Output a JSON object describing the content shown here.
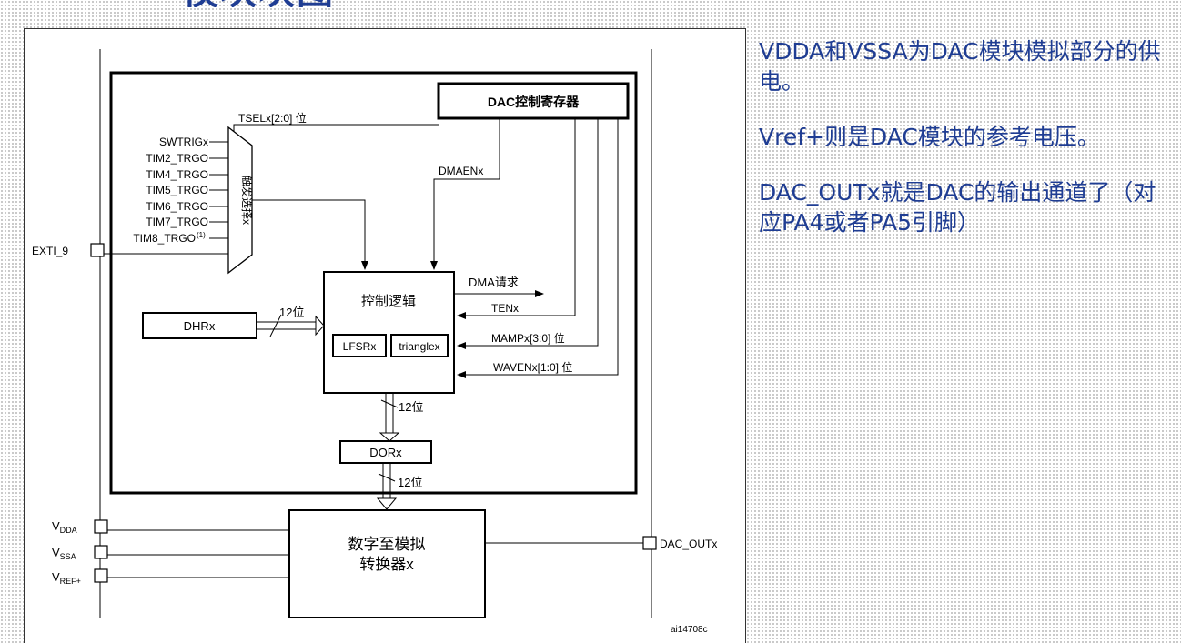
{
  "slide": {
    "title_fragment": "模块块图"
  },
  "diagram": {
    "dac_control_register": "DAC控制寄存器",
    "tsel_label": "TSELx[2:0] 位",
    "dmaen_label": "DMAENx",
    "triggers": [
      "SWTRIGx",
      "TIM2_TRGO",
      "TIM4_TRGO",
      "TIM5_TRGO",
      "TIM6_TRGO",
      "TIM7_TRGO",
      "TIM8_TRGO"
    ],
    "trigger_footnote": "(1)",
    "trigger_selector": "触发选择x",
    "exti_label": "EXTI_9",
    "control_logic": "控制逻辑",
    "dma_request": "DMA请求",
    "ten_label": "TENx",
    "mamp_label": "MAMPx[3:0] 位",
    "waven_label": "WAVENx[1:0] 位",
    "lfsr_label": "LFSRx",
    "triangle_label": "trianglex",
    "dhr_label": "DHRx",
    "bits12_label": "12位",
    "dor_label": "DORx",
    "dac_converter_line1": "数字至模拟",
    "dac_converter_line2": "转换器x",
    "dac_out_label": "DAC_OUTx",
    "vdda_main": "V",
    "vdda_sub": "DDA",
    "vssa_main": "V",
    "vssa_sub": "SSA",
    "vref_main": "V",
    "vref_sub": "REF+",
    "figure_id": "ai14708c"
  },
  "notes": {
    "line1": "VDDA和VSSA为DAC模块模拟部分的供电。",
    "line2": "Vref+则是DAC模块的参考电压。",
    "line3": "DAC_OUTx就是DAC的输出通道了（对应PA4或者PA5引脚）"
  },
  "colors": {
    "note_text": "#1f3d93",
    "diagram_lines": "#000000",
    "background_dots": "#b9b9b9"
  }
}
